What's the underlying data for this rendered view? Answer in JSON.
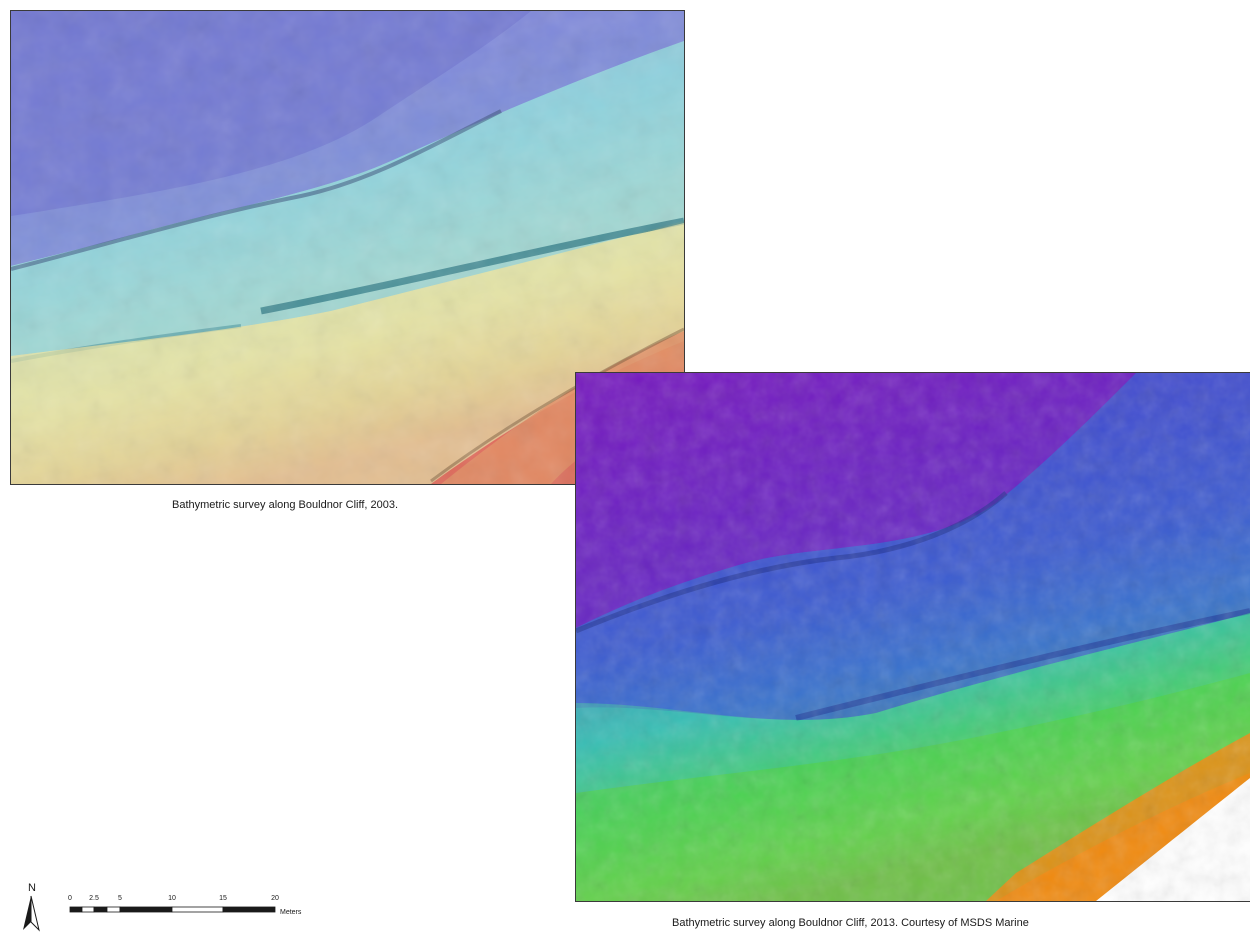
{
  "surveys": [
    {
      "caption": "Bathymetric survey along Bouldnor Cliff, 2003."
    },
    {
      "caption": "Bathymetric survey along Bouldnor Cliff, 2013. Courtesy of MSDS Marine"
    }
  ],
  "north_arrow": {
    "label": "N"
  },
  "scale_bar": {
    "ticks": [
      "0",
      "2.5",
      "5",
      "10",
      "15",
      "20"
    ],
    "unit": "Meters"
  },
  "colors": {
    "deep_2003": "#7a83d6",
    "mid_2003": "#87d2da",
    "shallow_2003": "#e6e4a4",
    "high_2003": "#e3765f",
    "deep_2013": "#7a1ec0",
    "mid_2013": "#3b5fd2",
    "shallow_2013": "#4fd63a",
    "high_2013": "#f08a10"
  }
}
